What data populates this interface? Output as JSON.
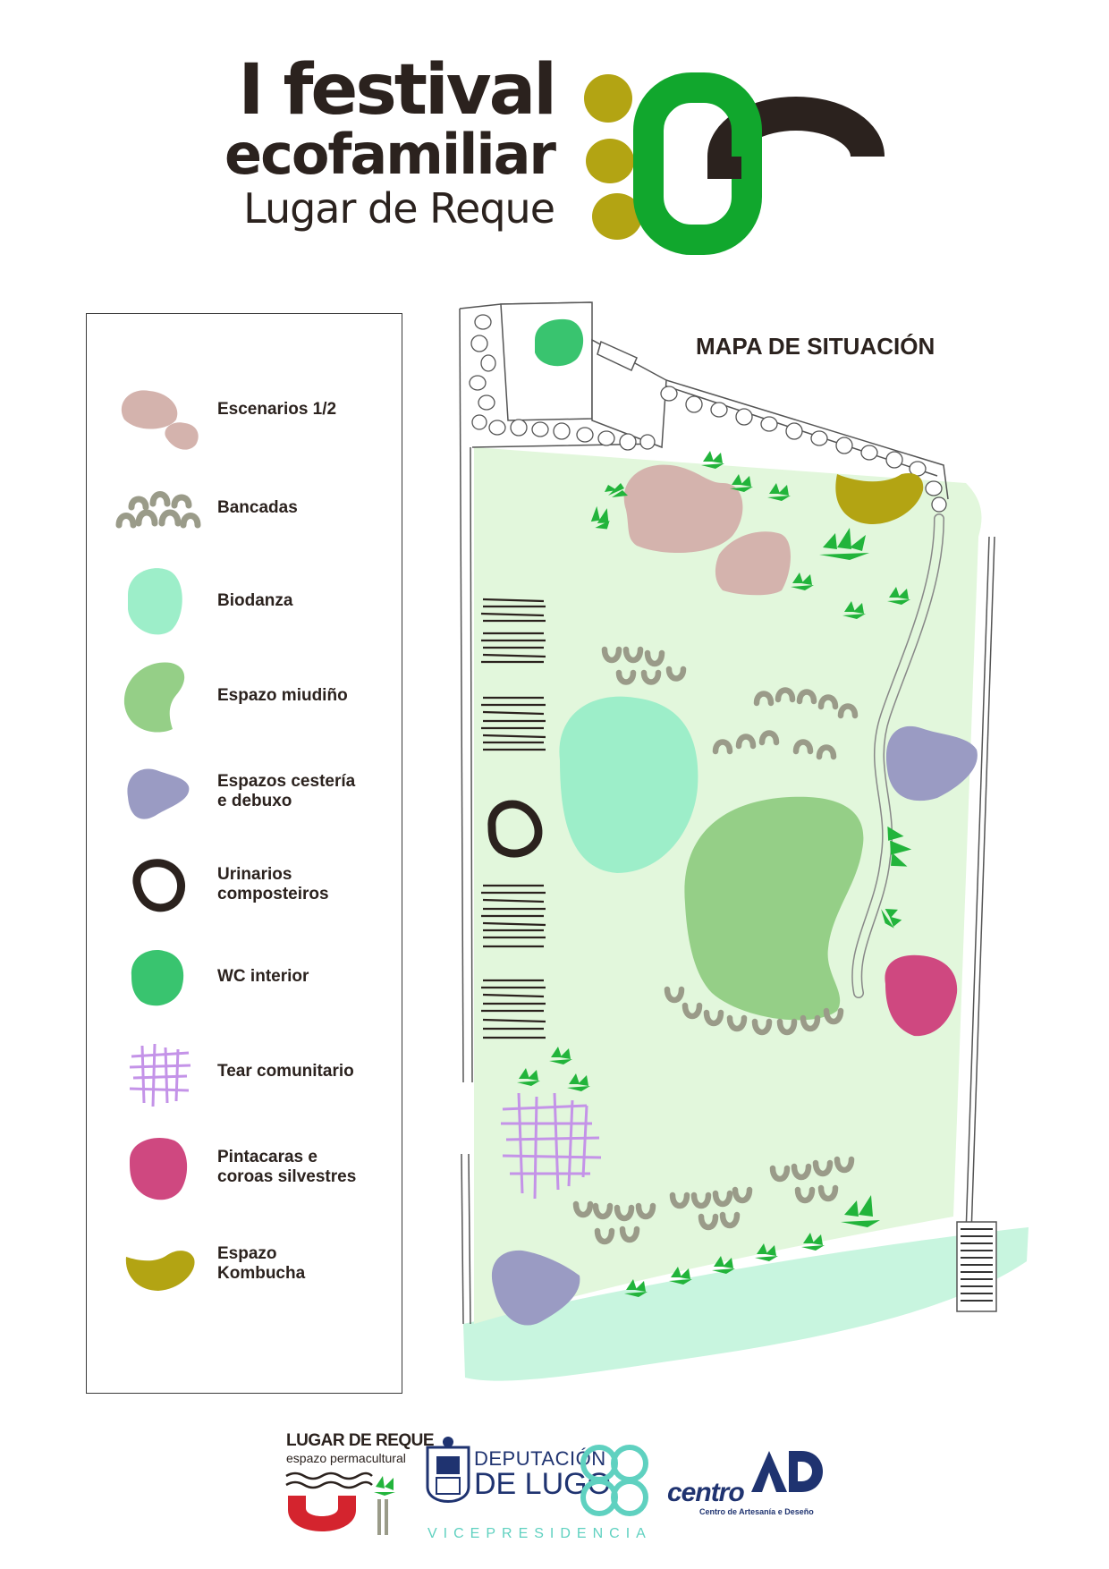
{
  "header": {
    "title_line1": "I festival",
    "title_line2": "ecofamiliar",
    "title_line3": "Lugar de Reque"
  },
  "map": {
    "title": "MAPA DE SITUACIÓN"
  },
  "legend": {
    "items": [
      {
        "label": "Escenarios 1/2",
        "icon": "escenario-blob-icon",
        "color": "#d4b3ad"
      },
      {
        "label": "Bancadas",
        "icon": "bancada-arches-icon",
        "color": "#9a9b89"
      },
      {
        "label": "Biodanza",
        "icon": "biodanza-blob-icon",
        "color": "#9deec9"
      },
      {
        "label": "Espazo miudiño",
        "icon": "espazo-miudino-blob-icon",
        "color": "#95cf87"
      },
      {
        "label": "Espazos cestería\ne debuxo",
        "icon": "cesteria-blob-icon",
        "color": "#9a9bc3"
      },
      {
        "label": "Urinarios\ncomposteiros",
        "icon": "urinario-ring-icon",
        "color": "#2b221e"
      },
      {
        "label": "WC interior",
        "icon": "wc-blob-icon",
        "color": "#39c46f"
      },
      {
        "label": "Tear comunitario",
        "icon": "tear-grid-icon",
        "color": "#c493e8"
      },
      {
        "label": "Pintacaras e\ncoroas silvestres",
        "icon": "pintacaras-blob-icon",
        "color": "#cf4880"
      },
      {
        "label": "Espazo\nKombucha",
        "icon": "kombucha-blob-icon",
        "color": "#b3a413"
      }
    ]
  },
  "footer": {
    "lugar_name": "LUGAR DE REQUE",
    "lugar_sub": "espazo permacultural",
    "dep_line1": "DEPUTACIÓN",
    "dep_line2": "DE LUGO",
    "dep_vice": "VICEPRESIDENCIA",
    "centro_name": "centro",
    "centro_sub": "Centro de Artesanía e Deseño"
  },
  "colors": {
    "dark": "#2b221e",
    "green_logo": "#11a72d",
    "olive": "#b3a413",
    "park": "#e2f7dc",
    "river": "#c8f5df",
    "plant": "#22b43b"
  }
}
